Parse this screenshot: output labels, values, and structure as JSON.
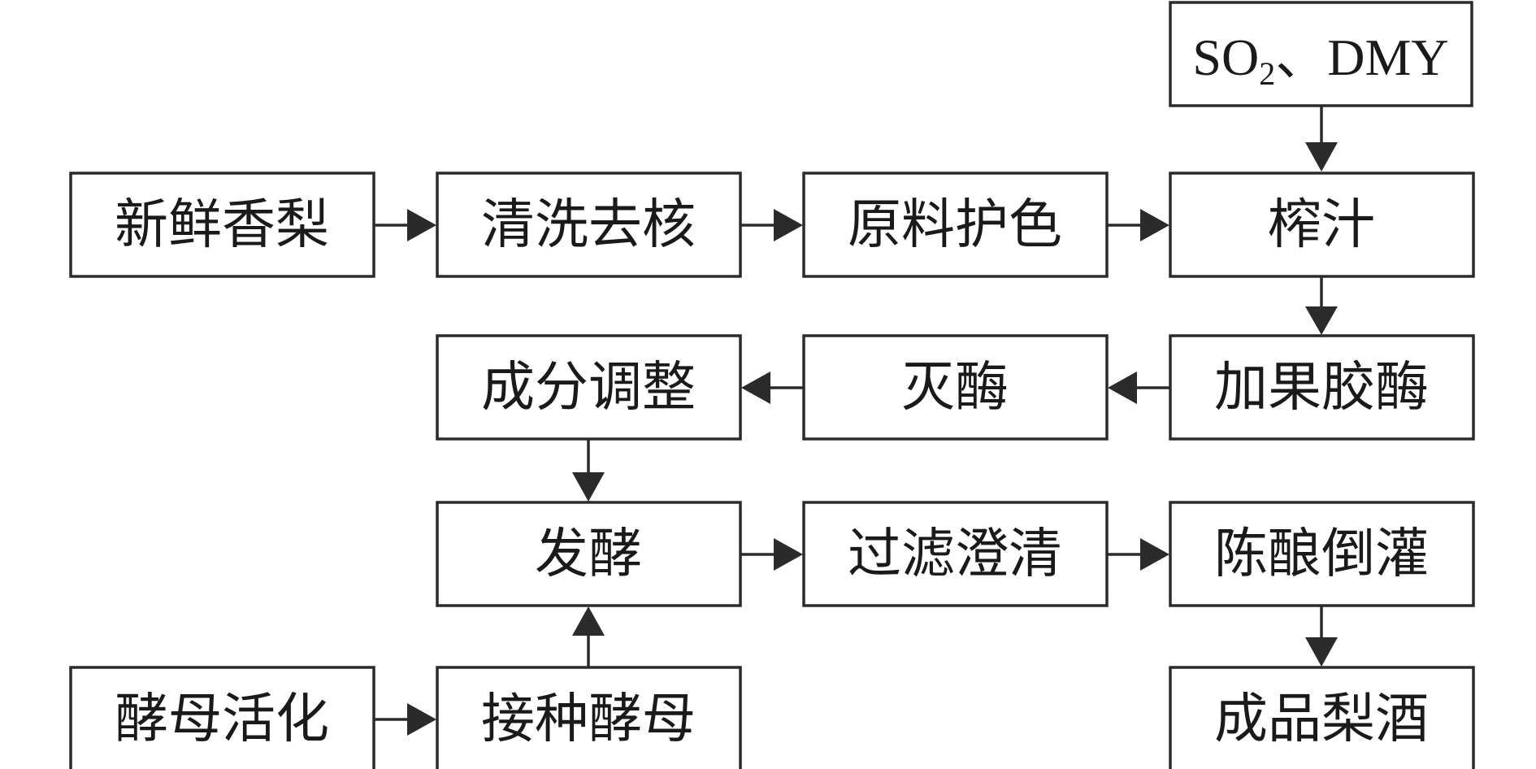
{
  "additive": {
    "part1": "SO",
    "subscript": "2",
    "part2": "、DMY"
  },
  "steps": {
    "fresh_pear": "新鲜香梨",
    "wash_core": "清洗去核",
    "color_protect": "原料护色",
    "juicing": "榨汁",
    "add_pectinase": "加果胶酶",
    "enzyme_inactivation": "灭酶",
    "composition_adjust": "成分调整",
    "fermentation": "发酵",
    "filter_clarify": "过滤澄清",
    "aging_racking": "陈酿倒灌",
    "finished_wine": "成品梨酒",
    "yeast_activation": "酵母活化",
    "inoculate_yeast": "接种酵母"
  }
}
